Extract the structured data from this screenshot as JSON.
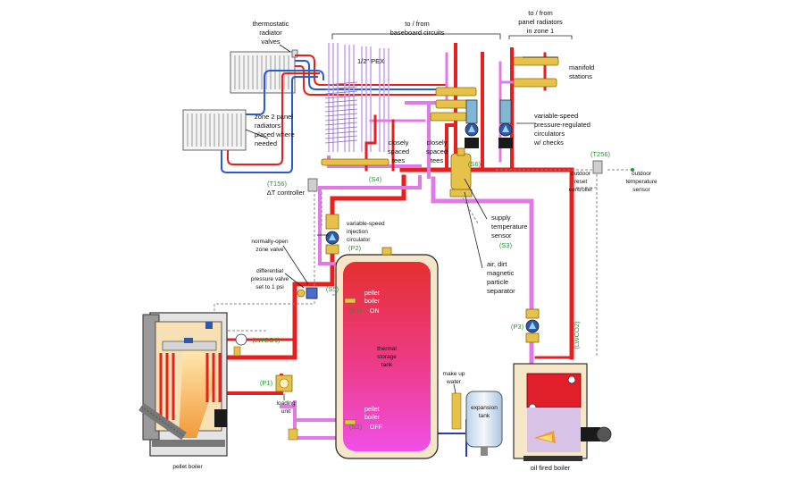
{
  "colors": {
    "supply": "#e81f1f",
    "return": "#e07ae6",
    "pex_blue": "#2a5bd7",
    "sensor_label": "#1f9a2a",
    "tank_top": "#e52f2f",
    "tank_bottom": "#ef4ee4",
    "brass": "#e7c24a",
    "circulator": "#7fb7d6"
  },
  "labels": {
    "thermostatic_valves": [
      "thermostatic",
      "radiator",
      "valves"
    ],
    "baseboard": [
      "to / from",
      "baseboard circuits"
    ],
    "panel_zone1": [
      "to / from",
      "panel radiators",
      "in zone 1"
    ],
    "pex": "1/2\" PEX",
    "manifold": [
      "manifold",
      "stations"
    ],
    "zone2": [
      "zone 2 panel",
      "radiators",
      "placed where",
      "needed"
    ],
    "vs_circulators": [
      "variable-speed",
      "pressure-regulated",
      "circulators",
      "w/ checks"
    ],
    "tees1": [
      "closely",
      "spaced",
      "tees"
    ],
    "tees2": [
      "closely",
      "spaced",
      "tees"
    ],
    "t256": "(T256)",
    "outdoor_reset": [
      "outdoor",
      "reset",
      "controller"
    ],
    "outdoor_sensor": [
      "outdoor",
      "temperature",
      "sensor"
    ],
    "t156": "(T156)",
    "dt_controller": "ΔT controller",
    "s4": "(S4)",
    "s6": "(S6)",
    "injection": [
      "variable-speed",
      "injection",
      "circulator"
    ],
    "p2": "(P2)",
    "supply_sensor": [
      "supply",
      "temperature",
      "sensor"
    ],
    "s3": "(S3)",
    "zone_valve": [
      "normally-open",
      "zone valve"
    ],
    "diff_valve": [
      "differential",
      "pressure valve",
      "set to 1 psi"
    ],
    "s5": "(S5)",
    "separator": [
      "air, dirt",
      "magnetic",
      "particle",
      "separator"
    ],
    "s1": "(S1)",
    "pellet_on": [
      "pellet",
      "boiler",
      "ON"
    ],
    "lwco1": "(LWCO1)",
    "tank": [
      "thermal",
      "storage",
      "tank"
    ],
    "p3": "(P3)",
    "lwco2": "(LWCO2)",
    "p1": "(P1)",
    "loading": [
      "loading",
      "unit"
    ],
    "makeup": [
      "make up",
      "water"
    ],
    "expansion": [
      "expansion",
      "tank"
    ],
    "s2": "(S2)",
    "pellet_off": [
      "pellet",
      "boiler",
      "OFF"
    ],
    "pellet_boiler": "pellet boiler",
    "oil_boiler": "oil fired boiler"
  }
}
